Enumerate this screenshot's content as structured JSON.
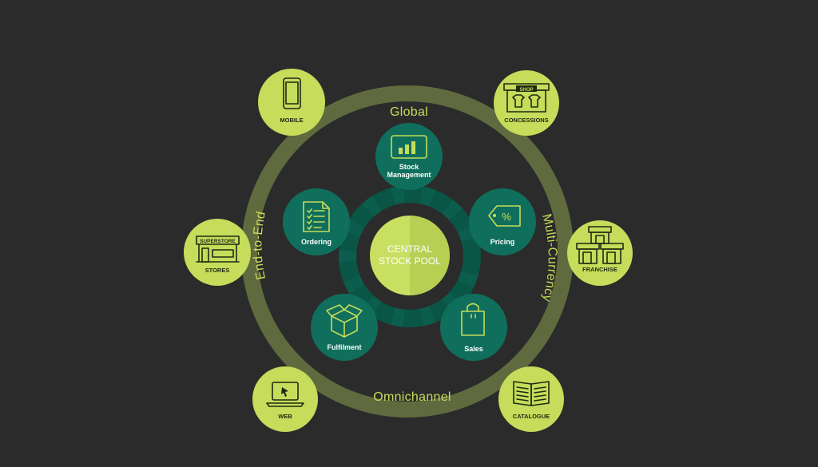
{
  "ring_labels": {
    "top": "Global",
    "right": "Multi-Currency",
    "bottom": "Omnichannel",
    "left": "End-to-End"
  },
  "center": {
    "line1": "CENTRAL",
    "line2": "STOCK POOL"
  },
  "inner_nodes": {
    "stock_management": {
      "line1": "Stock",
      "line2": "Management",
      "icon": "tablet-chart-icon"
    },
    "pricing": {
      "label": "Pricing",
      "icon": "price-tag-icon"
    },
    "sales": {
      "label": "Sales",
      "icon": "shopping-bag-icon"
    },
    "fulfilment": {
      "label": "Fulfilment",
      "icon": "open-box-icon"
    },
    "ordering": {
      "label": "Ordering",
      "icon": "checklist-icon"
    }
  },
  "outer_nodes": {
    "mobile": {
      "label": "MOBILE",
      "icon": "smartphone-icon"
    },
    "concessions": {
      "label": "CONCESSIONS",
      "sign": "SHOP",
      "icon": "shop-icon"
    },
    "franchise": {
      "label": "FRANCHISE",
      "icon": "storefronts-icon"
    },
    "catalogue": {
      "label": "CATALOGUE",
      "icon": "open-book-icon"
    },
    "web": {
      "label": "WEB",
      "icon": "laptop-icon"
    },
    "stores": {
      "label": "STORES",
      "sign": "SUPERSTORE",
      "icon": "superstore-icon"
    }
  },
  "colors": {
    "background": "#2c2b2b",
    "outer_ring": "#5f6b3e",
    "outer_node": "#c6dc5a",
    "inner_node": "#0f6f5c",
    "inner_ring": "#0b5e4d",
    "center": "#c9df62",
    "ring_text": "#c6dc5a"
  }
}
